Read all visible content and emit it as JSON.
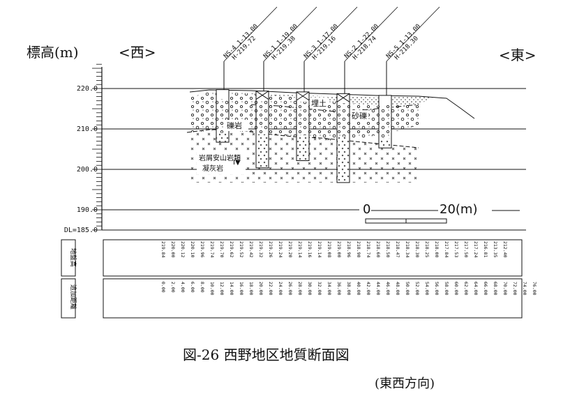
{
  "header": {
    "elevation_label": "標高(m)",
    "west": "<西>",
    "east": "<東>"
  },
  "elevation_ticks": [
    {
      "label": "220.0",
      "value": 220
    },
    {
      "label": "210.0",
      "value": 210
    },
    {
      "label": "200.0",
      "value": 200
    },
    {
      "label": "190.0",
      "value": 190
    },
    {
      "label": "DL=185.0",
      "value": 185
    }
  ],
  "boreholes": [
    {
      "name": "NS-4",
      "id_text": "NS-4 1-13.00",
      "height_text": "H-219.72"
    },
    {
      "name": "NS-1",
      "id_text": "NS-1 1-19.00",
      "height_text": "H-219.38"
    },
    {
      "name": "NS-3",
      "id_text": "NS-3 1-17.00",
      "height_text": "H-219.16"
    },
    {
      "name": "NS-2",
      "id_text": "NS-2 1-22.00",
      "height_text": "H-218.74"
    },
    {
      "name": "NS-5",
      "id_text": "NS-5 1-13.00",
      "height_text": "H-218.30"
    }
  ],
  "geology_labels": {
    "conglomerate": "礫岩",
    "fill": "埋土",
    "sandy_gravel": "砂礫",
    "andesite_line1": "岩屑安山岩類",
    "andesite_line2": "凝灰岩",
    "rock_class": "Ⅰ▼"
  },
  "scale_bar": {
    "zero": "0",
    "length": "20(m)"
  },
  "table": {
    "ground_height_label": "地盤高",
    "chainage_label": "追加距離",
    "ground_heights": [
      "219.84",
      "220.00",
      "220.12",
      "220.10",
      "219.96",
      "219.74",
      "219.70",
      "219.62",
      "219.52",
      "219.42",
      "219.32",
      "219.26",
      "219.24",
      "219.20",
      "219.14",
      "219.16",
      "219.14",
      "219.08",
      "219.00",
      "218.96",
      "218.90",
      "218.74",
      "218.60",
      "218.50",
      "218.47",
      "218.34",
      "218.30",
      "218.25",
      "218.00",
      "217.84",
      "217.53",
      "217.50",
      "217.24",
      "216.81",
      "213.35",
      "212.40"
    ],
    "chainages": [
      "0.00",
      "2.00",
      "4.00",
      "6.00",
      "8.00",
      "10.00",
      "12.00",
      "14.00",
      "16.00",
      "18.00",
      "20.00",
      "22.00",
      "24.00",
      "26.00",
      "28.00",
      "30.00",
      "32.00",
      "34.00",
      "36.00",
      "38.00",
      "40.00",
      "42.00",
      "44.00",
      "46.00",
      "48.00",
      "50.00",
      "52.00",
      "54.00",
      "56.00",
      "58.00",
      "60.00",
      "62.00",
      "64.00",
      "66.00",
      "68.00",
      "70.00",
      "72.00",
      "74.00",
      "76.00"
    ]
  },
  "caption": {
    "title": "図-26 西野地区地質断面図",
    "subtitle": "(東西方向)"
  }
}
